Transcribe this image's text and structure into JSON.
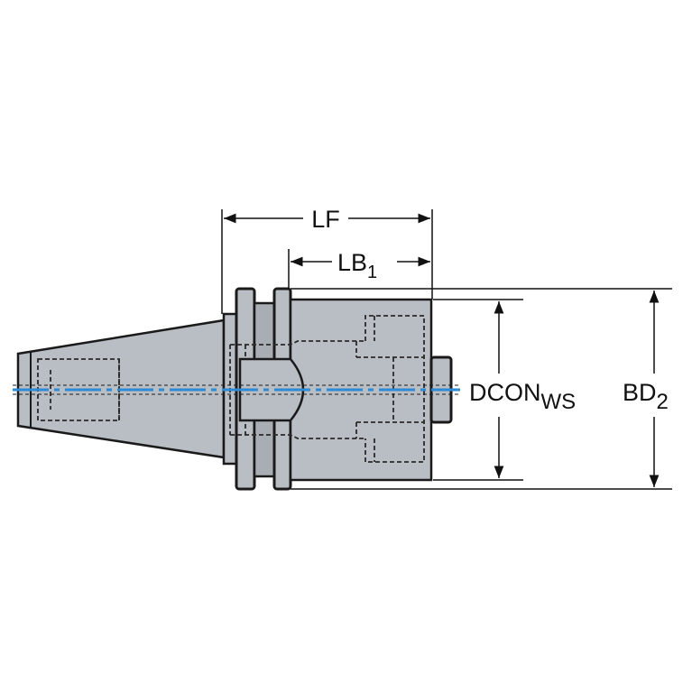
{
  "labels": {
    "lf": "LF",
    "lb_main": "LB",
    "lb_sub": "1",
    "dcon_main": "DCON",
    "dcon_sub": "WS",
    "bd_main": "BD",
    "bd_sub": "2"
  },
  "colors": {
    "body": "#b9bec4",
    "outline": "#1a1a1a",
    "hidden_line": "#2a2a2a",
    "centerline": "#2f8ad6",
    "dimension": "#111111"
  }
}
